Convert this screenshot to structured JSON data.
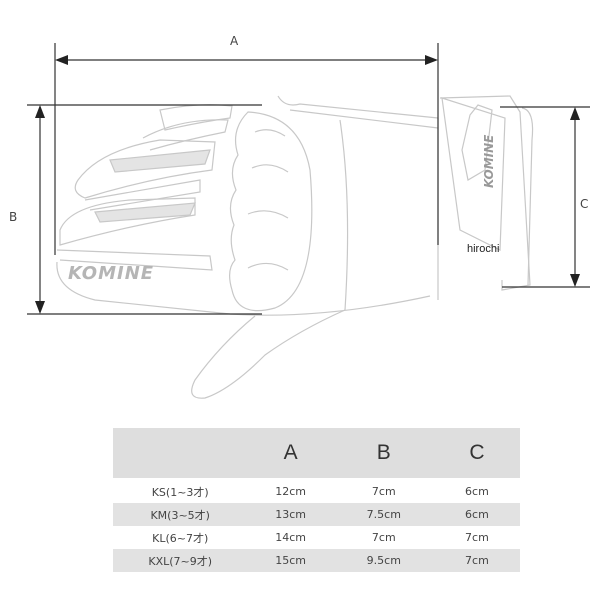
{
  "diagram": {
    "dimension_labels": {
      "a": "A",
      "b": "B",
      "c": "C"
    },
    "logo_text": "KOMINE",
    "cuff_logo_text": "KOMINE",
    "watermark": "hirochi"
  },
  "size_table": {
    "headers": [
      "",
      "A",
      "B",
      "C"
    ],
    "rows": [
      {
        "size": "KS(1~3才)",
        "a": "12cm",
        "b": "7cm",
        "c": "6cm"
      },
      {
        "size": "KM(3~5才)",
        "a": "13cm",
        "b": "7.5cm",
        "c": "6cm"
      },
      {
        "size": "KL(6~7才)",
        "a": "14cm",
        "b": "7cm",
        "c": "7cm"
      },
      {
        "size": "KXL(7~9才)",
        "a": "15cm",
        "b": "9.5cm",
        "c": "7cm"
      }
    ]
  }
}
